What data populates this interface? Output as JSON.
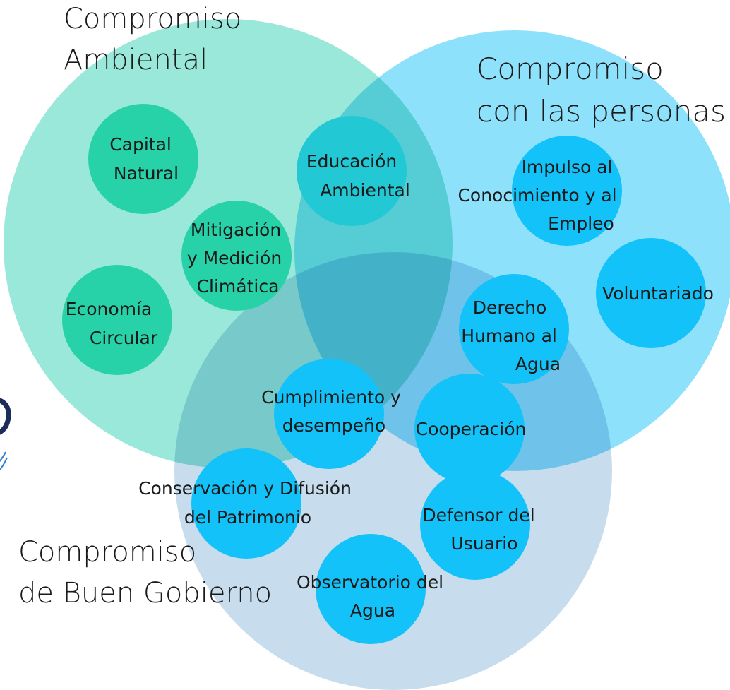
{
  "colors": {
    "ambiental": "#9ae8d9",
    "personas": "#8ee1fb",
    "gobierno": "#c7ddee",
    "node_green": "#28d2a8",
    "node_teal": "#22c9d5",
    "node_blue": "#12c2f8",
    "text": "#1a1a1a"
  },
  "groups": [
    {
      "id": "ambiental",
      "title": [
        "Compromiso",
        "Ambiental"
      ]
    },
    {
      "id": "personas",
      "title": [
        "Compromiso",
        "con las personas"
      ]
    },
    {
      "id": "gobierno",
      "title": [
        "Compromiso",
        "de Buen Gobierno"
      ]
    }
  ],
  "nodes": [
    {
      "id": "capital-natural",
      "group": "ambiental",
      "lines": [
        "Capital",
        "Natural"
      ]
    },
    {
      "id": "economia-circular",
      "group": "ambiental",
      "lines": [
        "Economía",
        "Circular"
      ]
    },
    {
      "id": "mitigacion",
      "group": "ambiental",
      "lines": [
        "Mitigación",
        "y Medición",
        "Climática"
      ]
    },
    {
      "id": "educacion-ambiental",
      "group": "ambiental+personas",
      "lines": [
        "Educación",
        "Ambiental"
      ]
    },
    {
      "id": "impulso-conocimiento",
      "group": "personas",
      "lines": [
        "Impulso al",
        "Conocimiento y al",
        "Empleo"
      ]
    },
    {
      "id": "voluntariado",
      "group": "personas",
      "lines": [
        "Voluntariado"
      ]
    },
    {
      "id": "derecho-humano-agua",
      "group": "personas+gobierno",
      "lines": [
        "Derecho",
        "Humano al",
        "Agua"
      ]
    },
    {
      "id": "cumplimiento",
      "group": "ambiental+personas+gobierno",
      "lines": [
        "Cumplimiento y",
        "desempeño"
      ]
    },
    {
      "id": "cooperacion",
      "group": "personas+gobierno",
      "lines": [
        "Cooperación"
      ]
    },
    {
      "id": "conservacion",
      "group": "gobierno",
      "lines": [
        "Conservación y Difusión",
        "del Patrimonio"
      ]
    },
    {
      "id": "defensor-usuario",
      "group": "gobierno",
      "lines": [
        "Defensor del",
        "Usuario"
      ]
    },
    {
      "id": "observatorio",
      "group": "gobierno",
      "lines": [
        "Observatorio del",
        "Agua"
      ]
    }
  ]
}
